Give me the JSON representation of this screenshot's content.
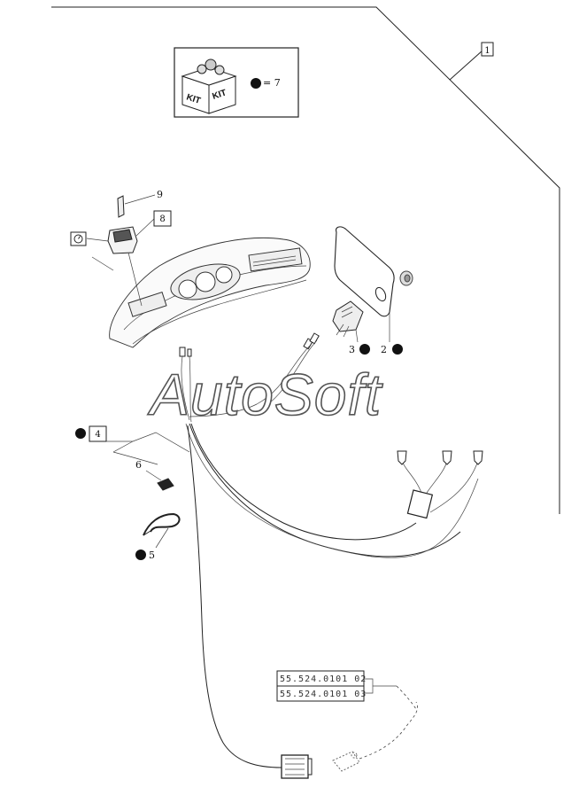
{
  "kit_box": {
    "kit_left": "KIT",
    "kit_right": "KIT",
    "equals": "= 7"
  },
  "callouts": {
    "ref_1": "1",
    "ref_2": "2",
    "ref_3": "3",
    "ref_4": "4",
    "ref_5": "5",
    "ref_6": "6",
    "ref_8": "8",
    "ref_9": "9"
  },
  "watermark": "AutoSoft",
  "part_codes": [
    "55.524.0101 02",
    "55.524.0101 03"
  ],
  "colors": {
    "line": "#222222",
    "dot": "#111111",
    "watermark_stroke": "#555555"
  },
  "icons": [
    "kit-box-icon",
    "filled-dot-icon",
    "gauge-symbol-icon"
  ]
}
